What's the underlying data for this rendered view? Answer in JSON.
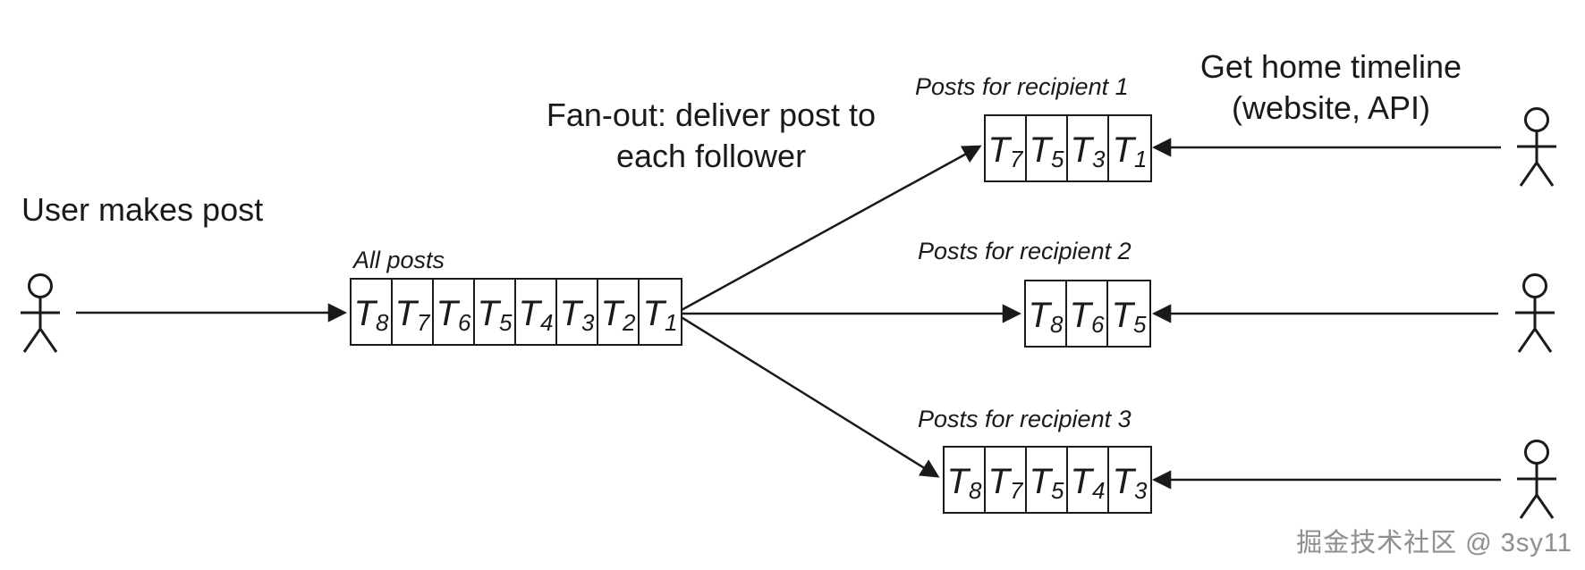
{
  "labels": {
    "user_makes_post": "User makes post",
    "fan_out_line1": "Fan-out: deliver post to",
    "fan_out_line2": "each follower",
    "get_home_timeline_line1": "Get home timeline",
    "get_home_timeline_line2": "(website, API)"
  },
  "queues": [
    {
      "name": "all-posts",
      "label": "All posts",
      "cells": [
        {
          "base": "T",
          "sub": "8"
        },
        {
          "base": "T",
          "sub": "7"
        },
        {
          "base": "T",
          "sub": "6"
        },
        {
          "base": "T",
          "sub": "5"
        },
        {
          "base": "T",
          "sub": "4"
        },
        {
          "base": "T",
          "sub": "3"
        },
        {
          "base": "T",
          "sub": "2"
        },
        {
          "base": "T",
          "sub": "1"
        }
      ]
    },
    {
      "name": "recipient-1",
      "label": "Posts for recipient 1",
      "cells": [
        {
          "base": "T",
          "sub": "7"
        },
        {
          "base": "T",
          "sub": "5"
        },
        {
          "base": "T",
          "sub": "3"
        },
        {
          "base": "T",
          "sub": "1"
        }
      ]
    },
    {
      "name": "recipient-2",
      "label": "Posts for recipient 2",
      "cells": [
        {
          "base": "T",
          "sub": "8"
        },
        {
          "base": "T",
          "sub": "6"
        },
        {
          "base": "T",
          "sub": "5"
        }
      ]
    },
    {
      "name": "recipient-3",
      "label": "Posts for recipient 3",
      "cells": [
        {
          "base": "T",
          "sub": "8"
        },
        {
          "base": "T",
          "sub": "7"
        },
        {
          "base": "T",
          "sub": "5"
        },
        {
          "base": "T",
          "sub": "4"
        },
        {
          "base": "T",
          "sub": "3"
        }
      ]
    }
  ],
  "watermark": "掘金技术社区 @ 3sy11",
  "icons": {
    "actor": "stick-figure"
  },
  "colors": {
    "stroke": "#1a1a1a",
    "background": "#ffffff",
    "watermark_text": "#8f8f8f"
  }
}
